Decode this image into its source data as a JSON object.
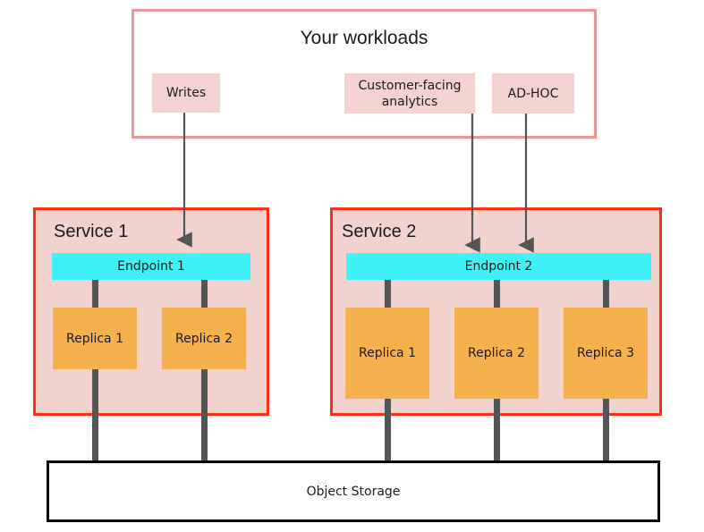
{
  "diagram": {
    "title_panel": {
      "label": "Your workloads",
      "border_color": "#e79a9a"
    },
    "workload_chips": [
      {
        "name": "writes",
        "label": "Writes"
      },
      {
        "name": "customer-facing-analytics",
        "label": "Customer-facing analytics"
      },
      {
        "name": "ad-hoc",
        "label": "AD-HOC"
      }
    ],
    "services": [
      {
        "name": "service-1",
        "label": "Service 1",
        "endpoint": "Endpoint 1",
        "replicas": [
          "Replica 1",
          "Replica 2"
        ]
      },
      {
        "name": "service-2",
        "label": "Service 2",
        "endpoint": "Endpoint 2",
        "replicas": [
          "Replica 1",
          "Replica 2",
          "Replica 3"
        ]
      }
    ],
    "storage": {
      "label": "Object Storage",
      "border_color": "#000000"
    },
    "colors": {
      "service_border": "#fa2f16",
      "service_fill": "#f2d2cf",
      "endpoint_fill": "#3ef2f6",
      "replica_fill": "#f5b14e",
      "chip_fill": "#f4d2d0",
      "connector": "#555555"
    }
  }
}
